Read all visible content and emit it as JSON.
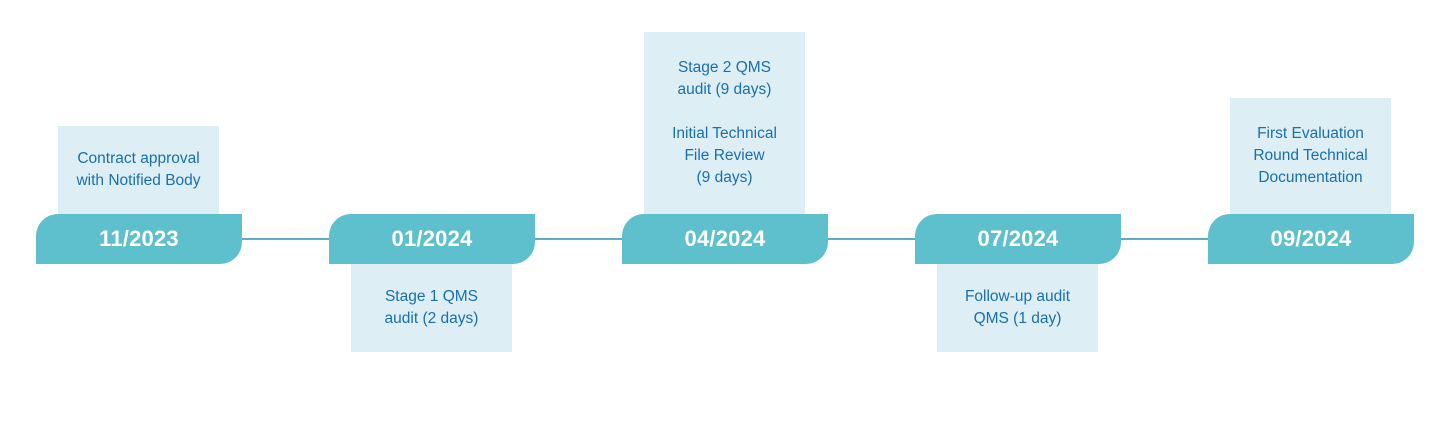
{
  "colors": {
    "tab": "#5ebfcd",
    "tab_text": "#ffffff",
    "note_bg": "#ddeef4",
    "note_text": "#1a6fae",
    "connector": "#2a8fb5"
  },
  "milestones": [
    {
      "date": "11/2023",
      "note_position": "above",
      "note_lines": [
        "Contract approval",
        "with Notified Body"
      ]
    },
    {
      "date": "01/2024",
      "note_position": "below",
      "note_lines": [
        "Stage 1 QMS",
        "audit (2 days)"
      ]
    },
    {
      "date": "04/2024",
      "note_position": "above",
      "note_lines": [
        "Stage 2 QMS",
        "audit (9 days)",
        "",
        "Initial Technical",
        "File Review",
        "(9 days)"
      ]
    },
    {
      "date": "07/2024",
      "note_position": "below",
      "note_lines": [
        "Follow-up audit",
        "QMS (1 day)"
      ]
    },
    {
      "date": "09/2024",
      "note_position": "above",
      "note_lines": [
        "First Evaluation",
        "Round Technical",
        "Documentation"
      ]
    }
  ]
}
